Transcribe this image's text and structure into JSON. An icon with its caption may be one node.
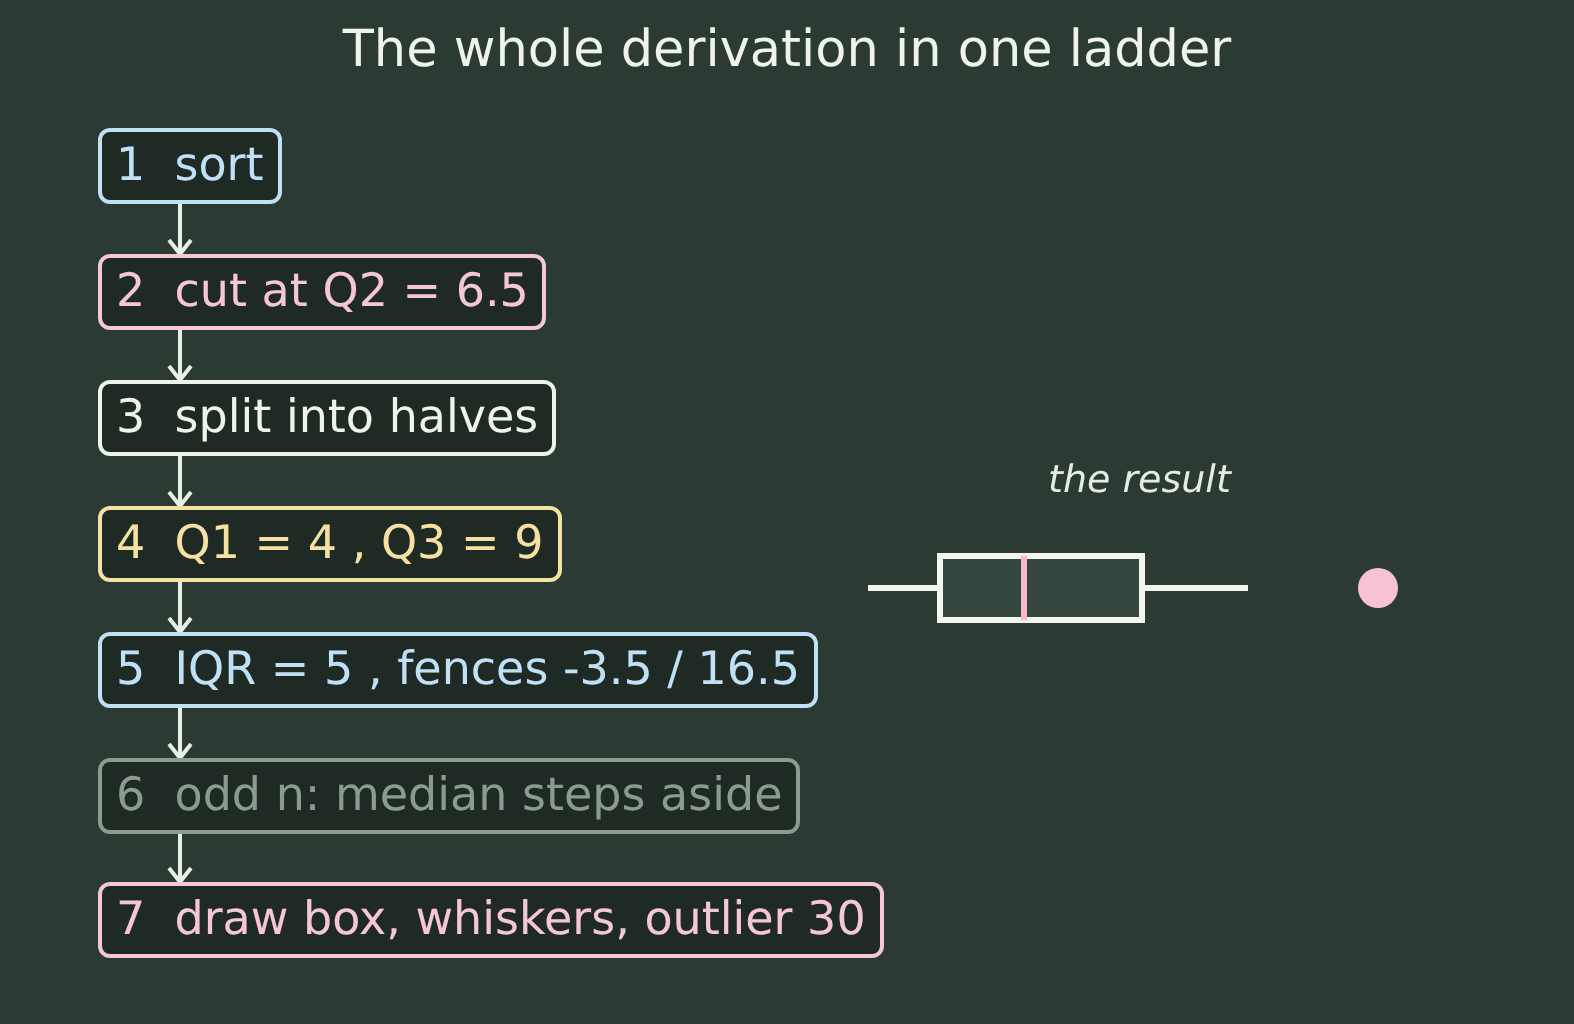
{
  "diagram": {
    "title": "The whole derivation in one ladder",
    "nodes": [
      {
        "text": [
          "1  sort"
        ]
      },
      {
        "text": [
          "2  cut at Q2 = 6.5"
        ]
      },
      {
        "text": [
          "3  split into halves"
        ]
      },
      {
        "text": [
          "4  Q1 = 4 , Q3 = 9"
        ]
      },
      {
        "text": [
          "5  IQR = 5 , fences -3.5 / 16.5"
        ]
      },
      {
        "text": [
          "6  odd n: median steps aside"
        ]
      },
      {
        "text": [
          "7  draw box, whiskers, outlier 30"
        ]
      }
    ],
    "edges": [
      {
        "from": 0,
        "to": 1,
        "arrow": "to"
      },
      {
        "from": 1,
        "to": 2,
        "arrow": "to"
      },
      {
        "from": 2,
        "to": 3,
        "arrow": "to"
      },
      {
        "from": 3,
        "to": 4,
        "arrow": "to"
      },
      {
        "from": 4,
        "to": 5,
        "arrow": "to"
      },
      {
        "from": 5,
        "to": 6,
        "arrow": "to"
      }
    ],
    "labels": [
      "the result"
    ]
  }
}
